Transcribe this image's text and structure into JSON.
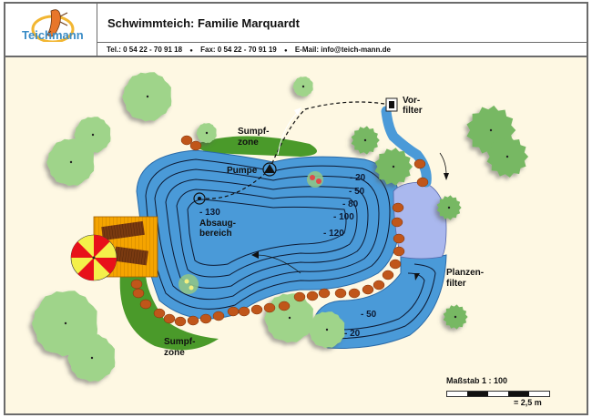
{
  "header": {
    "logo_text": "Teichmann",
    "title": "Schwimmteich: Familie Marquardt",
    "contact": {
      "tel": "Tel.: 0 54 22 - 70 91 18",
      "fax": "Fax: 0 54 22 - 70 91 19",
      "email": "E-Mail: info@teich-mann.de",
      "separator": "●"
    }
  },
  "plan": {
    "labels": {
      "sumpfzone_top_1": "Sumpf-",
      "sumpfzone_top_2": "zone",
      "pumpe": "Pumpe",
      "absaug_depth": "- 130",
      "absaug_1": "Absaug-",
      "absaug_2": "bereich",
      "vorfilter_1": "Vor-",
      "vorfilter_2": "filter",
      "planzenfilter_1": "Planzen-",
      "planzenfilter_2": "filter",
      "sumpfzone_bottom_1": "Sumpf-",
      "sumpfzone_bottom_2": "zone"
    },
    "depths_main": [
      "- 20",
      "- 50",
      "- 80",
      "- 100",
      "- 120"
    ],
    "depths_channel": [
      "- 50",
      "- 20"
    ]
  },
  "scale": {
    "title": "Maßstab 1 : 100",
    "value": "= 2,5 m",
    "segments": 5
  },
  "colors": {
    "water": "#4a9ad8",
    "water_light": "#aab8ee",
    "marsh": "#4a9a2a",
    "tree_light": "#9fd48a",
    "tree_dark": "#77b863",
    "stone": "#c0561a",
    "deck": "#f5a400",
    "background": "#fef8e3"
  }
}
